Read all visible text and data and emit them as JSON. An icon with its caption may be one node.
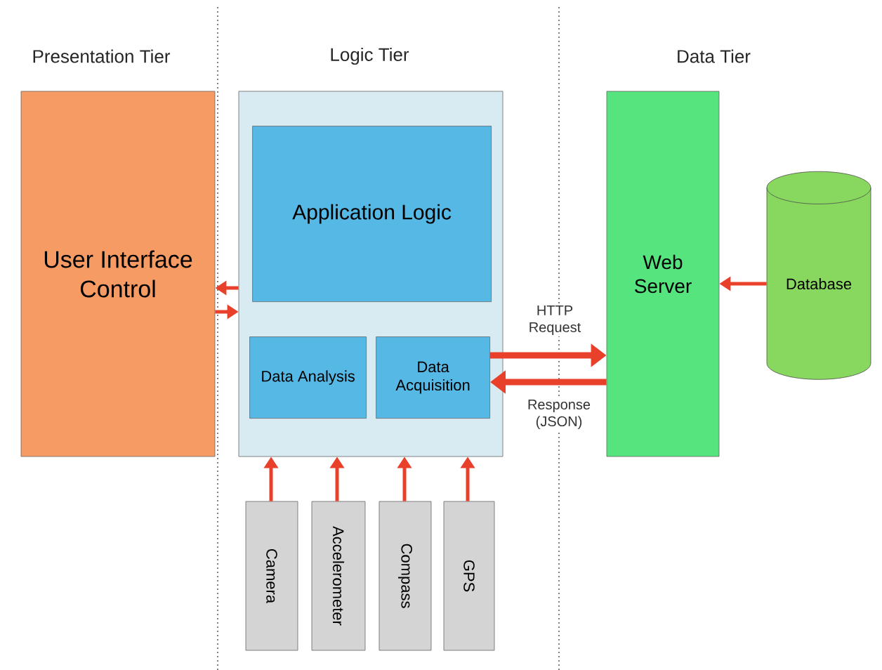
{
  "diagram": {
    "nodes": [
      {
        "text": [
          "User Interface Control"
        ]
      },
      {
        "text": [],
        "shape": "box"
      },
      {
        "text": [
          "Application Logic"
        ],
        "in": 1
      },
      {
        "text": [
          "Data Analysis"
        ],
        "in": 1
      },
      {
        "text": [
          "Data Acquisition"
        ],
        "in": 1
      },
      {
        "text": [
          "Web Server"
        ]
      },
      {
        "text": [
          "Database"
        ]
      },
      {
        "text": [
          "Camera"
        ]
      },
      {
        "text": [
          "Accelerometer"
        ]
      },
      {
        "text": [
          "Compass"
        ]
      },
      {
        "text": [
          "GPS"
        ]
      }
    ],
    "edges": [
      {
        "from": 1,
        "to": 0,
        "arrow": "to"
      },
      {
        "from": 0,
        "to": 1,
        "arrow": "to"
      },
      {
        "from": 4,
        "to": 5,
        "arrow": "to",
        "label": "HTTP Request",
        "style": "thick"
      },
      {
        "from": 5,
        "to": 4,
        "arrow": "to",
        "label": "Response (JSON)",
        "style": "thick"
      },
      {
        "from": 6,
        "to": 5,
        "arrow": "to"
      },
      {
        "from": 7,
        "to": 1,
        "arrow": "to"
      },
      {
        "from": 8,
        "to": 1,
        "arrow": "to"
      },
      {
        "from": 9,
        "to": 1,
        "arrow": "to"
      },
      {
        "from": 10,
        "to": 1,
        "arrow": "to"
      }
    ],
    "labels": [
      "Presentation Tier",
      "Logic Tier",
      "Data Tier"
    ]
  }
}
